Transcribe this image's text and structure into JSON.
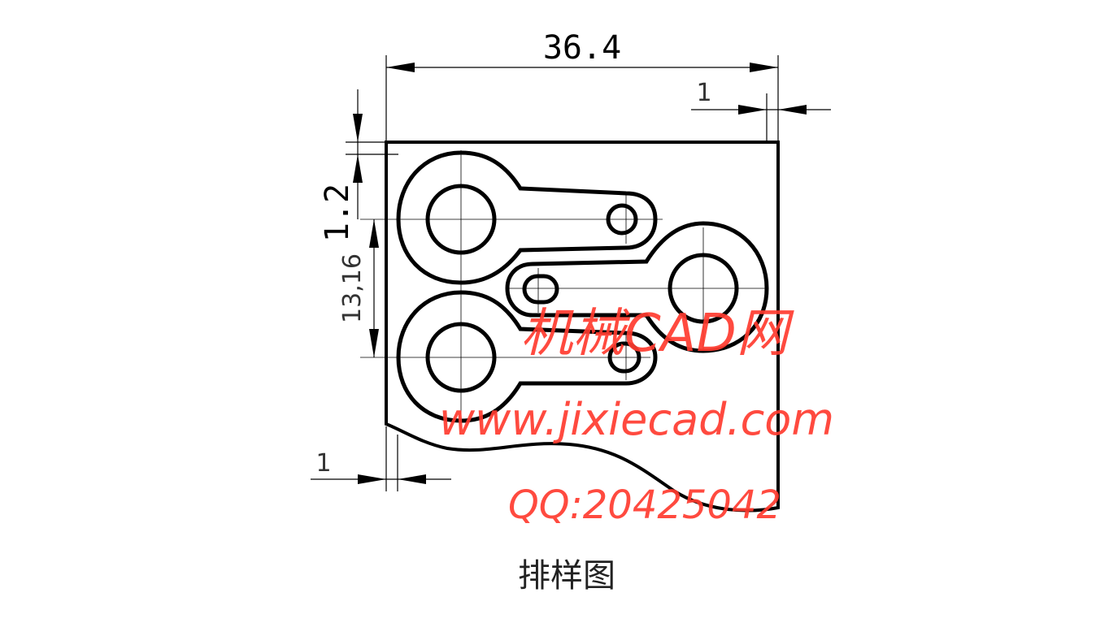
{
  "dimensions": {
    "width_total": "36.4",
    "right_margin": "1",
    "top_gap": "1.2",
    "pitch_vertical": "13,16",
    "left_margin": "1"
  },
  "watermark": {
    "line1": "机械CAD网",
    "line2": "www.jixiecad.com",
    "line3": "QQ:20425042"
  },
  "caption": "排样图",
  "colors": {
    "outline": "#000000",
    "watermark": "#ff3b2f"
  }
}
